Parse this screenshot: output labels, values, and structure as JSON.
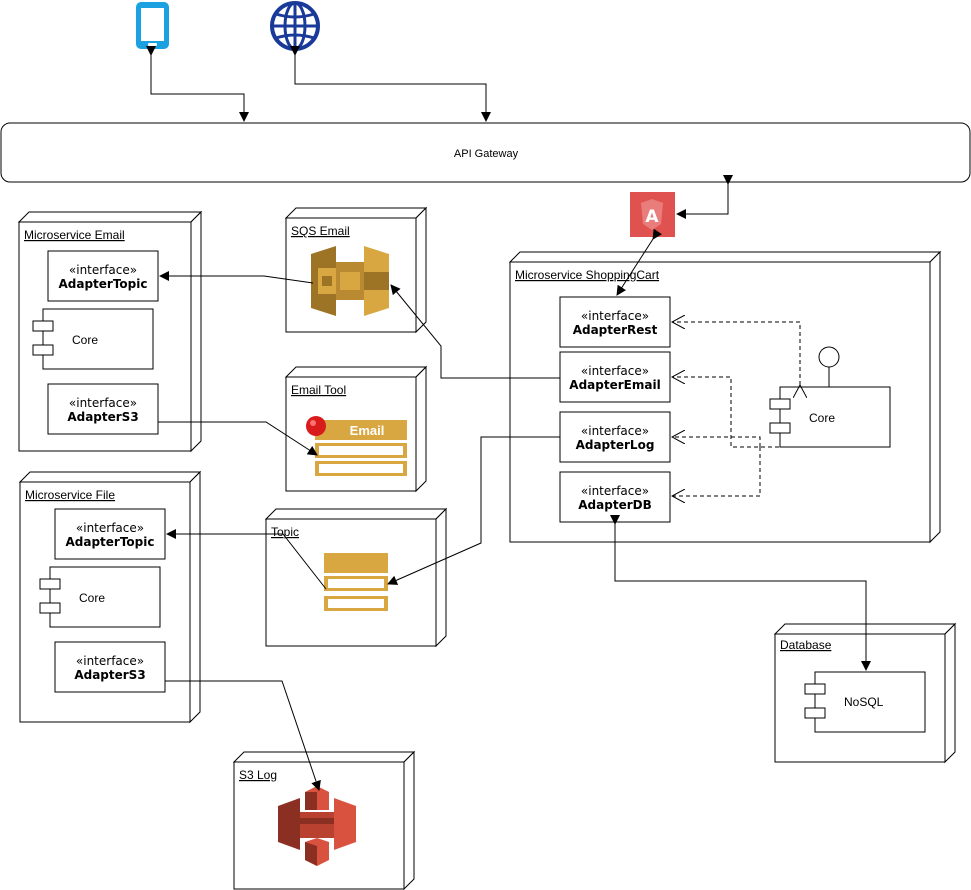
{
  "gateway": {
    "label": "API Gateway"
  },
  "nodes": {
    "ms_email": "Microservice Email",
    "sqs_email": "SQS Email",
    "email_tool": "Email Tool",
    "ms_file": "Microservice File",
    "topic": "Topic",
    "ms_cart": "Microservice ShoppingCart",
    "database": "Database",
    "s3_log": "S3 Log"
  },
  "stereotype": "«interface»",
  "interfaces": {
    "email_topic": "AdapterTopic",
    "email_s3": "AdapterS3",
    "file_topic": "AdapterTopic",
    "file_s3": "AdapterS3",
    "cart_rest": "AdapterRest",
    "cart_email": "AdapterEmail",
    "cart_log": "AdapterLog",
    "cart_db": "AdapterDB"
  },
  "components": {
    "email_core": "Core",
    "file_core": "Core",
    "cart_core": "Core",
    "nosql": "NoSQL"
  },
  "icons": {
    "email_badge": "Email",
    "angular": "A"
  },
  "colors": {
    "mobile": "#1ba1e2",
    "globe": "#1a3a9a",
    "aws_gold": "#d9a741",
    "aws_gold_dark": "#9d7326",
    "angular_red": "#e0524f",
    "s3_red": "#d9513f",
    "s3_dark": "#8c2f23"
  }
}
